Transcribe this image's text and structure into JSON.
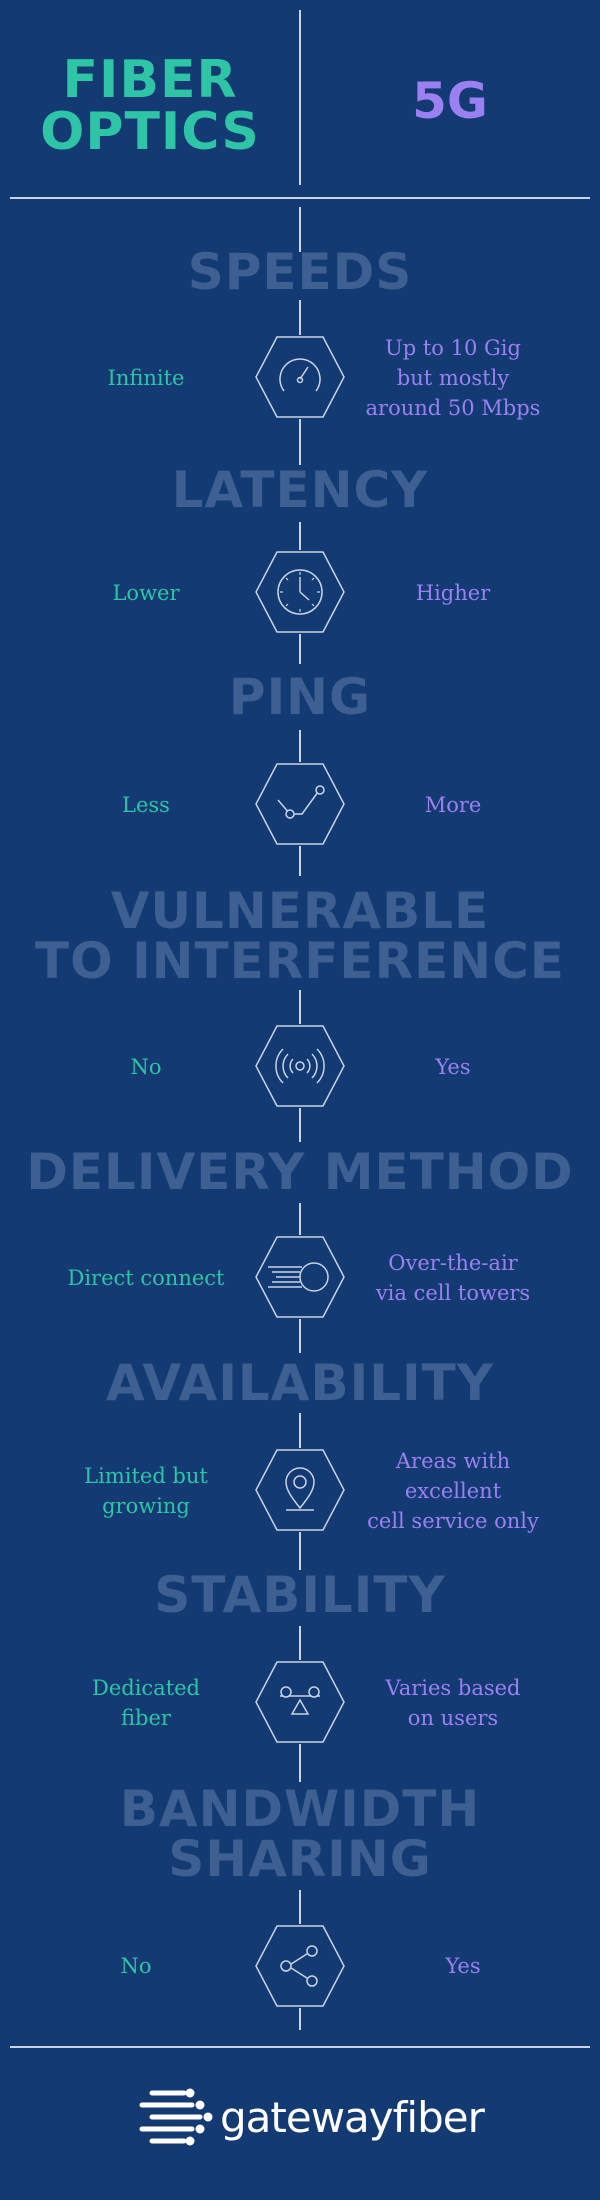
{
  "header": {
    "fiber_title": "FIBER\nOPTICS",
    "fiveg_title": "5G"
  },
  "colors": {
    "background": "#133a73",
    "fiber": "#2ec4a6",
    "fiveg": "#9b80f2",
    "section_title": "#3d5f91",
    "line": "#c9d3e6"
  },
  "sections": [
    {
      "title": "SPEEDS",
      "icon": "speedometer-icon",
      "fiber": "Infinite",
      "fiveg": "Up to 10 Gig\nbut mostly\naround 50 Mbps"
    },
    {
      "title": "LATENCY",
      "icon": "clock-icon",
      "fiber": "Lower",
      "fiveg": "Higher"
    },
    {
      "title": "PING",
      "icon": "ping-graph-icon",
      "fiber": "Less",
      "fiveg": "More"
    },
    {
      "title": "VULNERABLE\nTO INTERFERENCE",
      "icon": "signal-waves-icon",
      "fiber": "No",
      "fiveg": "Yes"
    },
    {
      "title": "DELIVERY METHOD",
      "icon": "fast-delivery-icon",
      "fiber": "Direct connect",
      "fiveg": "Over-the-air\nvia cell towers"
    },
    {
      "title": "AVAILABILITY",
      "icon": "location-pin-icon",
      "fiber": "Limited but\ngrowing",
      "fiveg": "Areas with\nexcellent\ncell service only"
    },
    {
      "title": "STABILITY",
      "icon": "balance-icon",
      "fiber": "Dedicated\nfiber",
      "fiveg": "Varies based\non users"
    },
    {
      "title": "BANDWIDTH\nSHARING",
      "icon": "share-icon",
      "fiber": "No",
      "fiveg": "Yes"
    }
  ],
  "footer": {
    "logo_text": "gatewayfiber",
    "logo_icon": "gatewayfiber-logo-icon"
  }
}
